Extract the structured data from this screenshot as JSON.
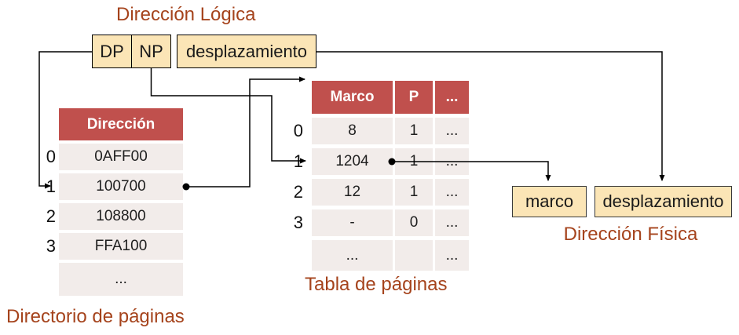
{
  "colors": {
    "accent_red": "#C0504D",
    "row_pink": "#F2ECEA",
    "box_tan": "#FBE5B6",
    "label_brown": "#A5431C",
    "line_black": "#000000"
  },
  "logical_address": {
    "title": "Dirección Lógica",
    "dp_label": "DP",
    "np_label": "NP",
    "offset_label": "desplazamiento"
  },
  "directory": {
    "caption": "Directorio de páginas",
    "header": "Dirección",
    "row_indices": [
      "0",
      "1",
      "2",
      "3",
      ""
    ],
    "rows": [
      "0AFF00",
      "100700",
      "108800",
      "FFA100",
      "..."
    ]
  },
  "page_table": {
    "caption": "Tabla de páginas",
    "headers": {
      "marco": "Marco",
      "p": "P",
      "more": "..."
    },
    "row_indices": [
      "0",
      "1",
      "2",
      "3",
      ""
    ],
    "rows": [
      {
        "marco": "8",
        "p": "1",
        "more": "..."
      },
      {
        "marco": "1204",
        "p": "1",
        "more": "..."
      },
      {
        "marco": "12",
        "p": "1",
        "more": "..."
      },
      {
        "marco": "-",
        "p": "0",
        "more": "..."
      },
      {
        "marco": "...",
        "p": "",
        "more": "..."
      }
    ]
  },
  "physical_address": {
    "title": "Dirección Física",
    "marco_label": "marco",
    "offset_label": "desplazamiento"
  }
}
